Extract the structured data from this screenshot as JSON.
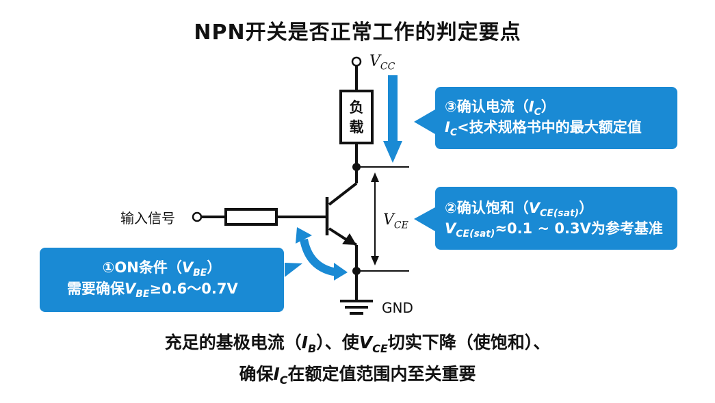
{
  "title": "NPN开关是否正常工作的判定要点",
  "circuit": {
    "vcc": {
      "symbol": "V",
      "sub": "CC"
    },
    "load": [
      "负",
      "载"
    ],
    "input_label": "输入信号",
    "vce": {
      "symbol": "V",
      "sub": "CE"
    },
    "gnd": "GND"
  },
  "callouts": {
    "ic": {
      "line1_prefix": "③确认电流（",
      "line1_var": "I",
      "line1_sub": "C",
      "line1_suffix": "）",
      "line2_var": "I",
      "line2_sub": "C",
      "line2_text": "<技术规格书中的最大额定值"
    },
    "vce_sat": {
      "line1_prefix": "②确认饱和（",
      "line1_var": "V",
      "line1_sub": "CE(sat)",
      "line1_suffix": "）",
      "line2_var": "V",
      "line2_sub": "CE(sat)",
      "line2_text": "≈0.1 ~ 0.3V为参考基准"
    },
    "on": {
      "line1_prefix": "①ON条件（",
      "line1_var": "V",
      "line1_sub": "BE",
      "line1_suffix": "）",
      "line2_prefix": "需要确保",
      "line2_var": "V",
      "line2_sub": "BE",
      "line2_text": "≥0.6〜0.7V"
    }
  },
  "bottom": {
    "l1_a": "充足的基极电流（",
    "l1_ib": "I",
    "l1_ib_sub": "B",
    "l1_b": "）、使",
    "l1_vce": "V",
    "l1_vce_sub": "CE",
    "l1_c": "切实下降（使饱和）、",
    "l2_a": "确保",
    "l2_ic": "I",
    "l2_ic_sub": "C",
    "l2_b": "在额定值范围内至关重要"
  },
  "colors": {
    "accent": "#1a8ad4",
    "line": "#111111"
  },
  "icons": [
    "down-arrow-icon",
    "curved-double-arrow-icon",
    "ground-icon"
  ]
}
